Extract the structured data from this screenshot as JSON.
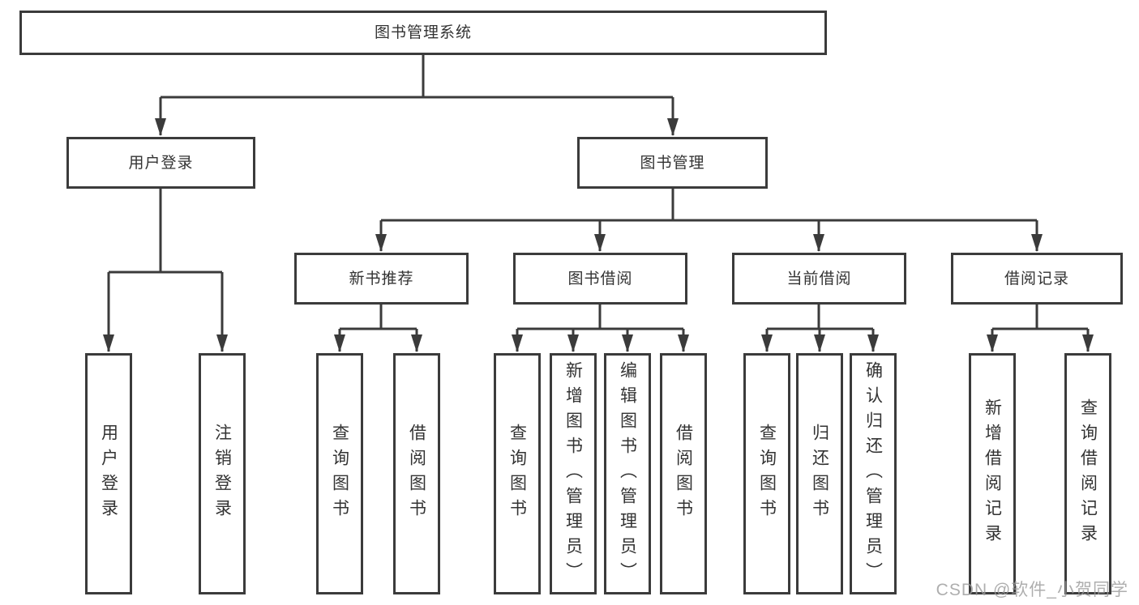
{
  "diagram": {
    "title": "图书管理系统",
    "nodes": {
      "root": "图书管理系统",
      "user_login": "用户登录",
      "book_mgmt": "图书管理",
      "new_book": "新书推荐",
      "book_borrow": "图书借阅",
      "current_borrow": "当前借阅",
      "borrow_record": "借阅记录",
      "leaves": {
        "user_login": [
          "用户登录",
          "注销登录"
        ],
        "new_book": [
          "查询图书",
          "借阅图书"
        ],
        "book_borrow": [
          "查询图书",
          "新增图书（管理员）",
          "编辑图书（管理员）",
          "借阅图书"
        ],
        "current_borrow": [
          "查询图书",
          "归还图书",
          "确认归还（管理员）"
        ],
        "borrow_record": [
          "新增借阅记录",
          "查询借阅记录"
        ]
      }
    },
    "colors": {
      "line": "#3b3b3b",
      "text": "#333333",
      "background": "#ffffff",
      "watermark": "#9a9a9a"
    }
  },
  "watermark": "CSDN @软件_小贺同学"
}
